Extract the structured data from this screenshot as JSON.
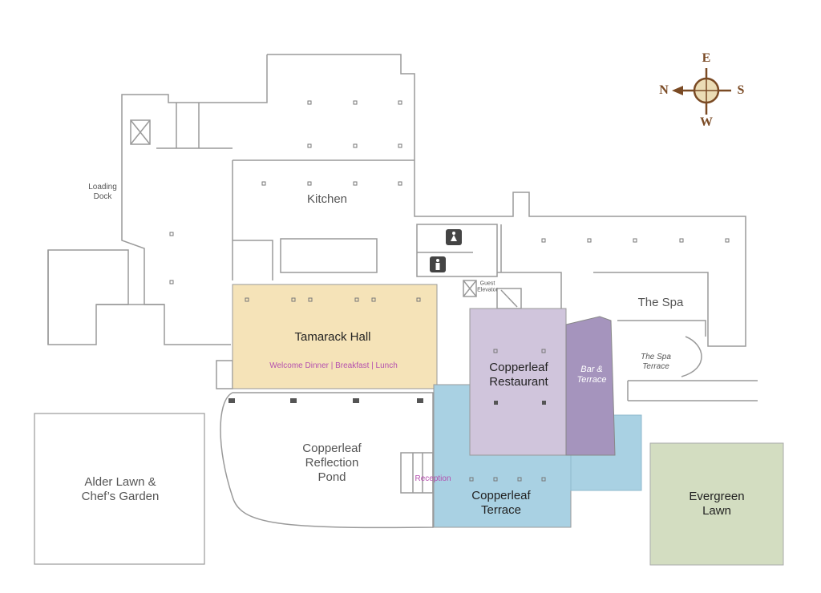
{
  "colors": {
    "tamarack": "#f5e3b8",
    "restaurant": "#d0c5dc",
    "bar": "#a594bd",
    "terrace": "#a9d1e3",
    "evergreen": "#d3ddc1",
    "compass": "#7a4a24",
    "compass_fill": "#ebdcb5"
  },
  "compass": {
    "north": "N",
    "south": "S",
    "east": "E",
    "west": "W"
  },
  "rooms": {
    "loading_dock": "Loading\nDock",
    "kitchen": "Kitchen",
    "guest_elevator": "Guest\nElevator",
    "the_spa": "The Spa",
    "spa_terrace": "The Spa\nTerrace",
    "tamarack_hall": "Tamarack Hall",
    "tamarack_events": "Welcome Dinner | Breakfast | Lunch",
    "copperleaf_restaurant": "Copperleaf\nRestaurant",
    "bar_terrace": "Bar &\nTerrace",
    "reflection_pond": "Copperleaf\nReflection\nPond",
    "reception": "Reception",
    "copperleaf_terrace": "Copperleaf\nTerrace",
    "alder_lawn": "Alder Lawn &\nChef’s Garden",
    "evergreen_lawn": "Evergreen\nLawn"
  },
  "icons": {
    "womens_restroom": "woman-icon",
    "mens_restroom": "man-icon"
  }
}
